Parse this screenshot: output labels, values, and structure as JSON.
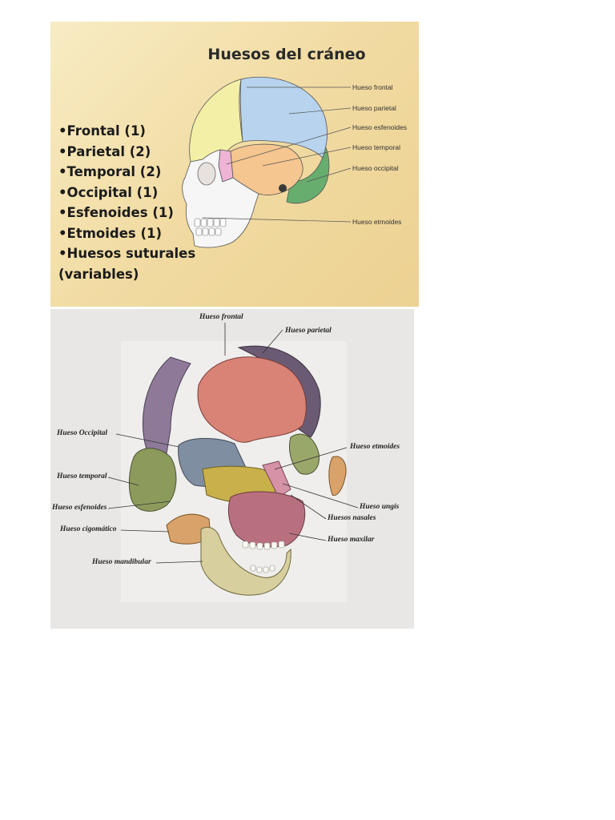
{
  "slide": {
    "title": "Huesos del cráneo",
    "bullets": [
      "•Frontal (1)",
      "•Parietal (2)",
      "•Temporal (2)",
      "•Occipital (1)",
      "•Esfenoides (1)",
      "•Etmoides (1)",
      "•Huesos suturales",
      " (variables)"
    ],
    "labels": {
      "frontal": "Hueso frontal",
      "parietal": "Hueso parietal",
      "esfenoides": "Hueso esfenoides",
      "temporal": "Hueso temporal",
      "occipital": "Hueso occipital",
      "etmoides": "Hueso etmoides"
    }
  },
  "exploded": {
    "labels": {
      "frontal": "Hueso frontal",
      "parietal": "Hueso parietal",
      "occipital": "Hueso Occipital",
      "etmoides": "Hueso etmoides",
      "temporal": "Hueso temporal",
      "ungis": "Hueso ungis",
      "esfenoides": "Hueso esfenoides",
      "nasales": "Huesos nasales",
      "cigomatico": "Hueso cigomático",
      "maxilar": "Hueso maxilar",
      "mandibular": "Hueso mandibular"
    }
  },
  "colors": {
    "frontal": "#f3efa6",
    "parietal": "#b7d3ee",
    "temporal": "#f5c690",
    "occipital": "#67ad6e",
    "esfenoides": "#efb3d6",
    "face": "#f6f6f6"
  }
}
